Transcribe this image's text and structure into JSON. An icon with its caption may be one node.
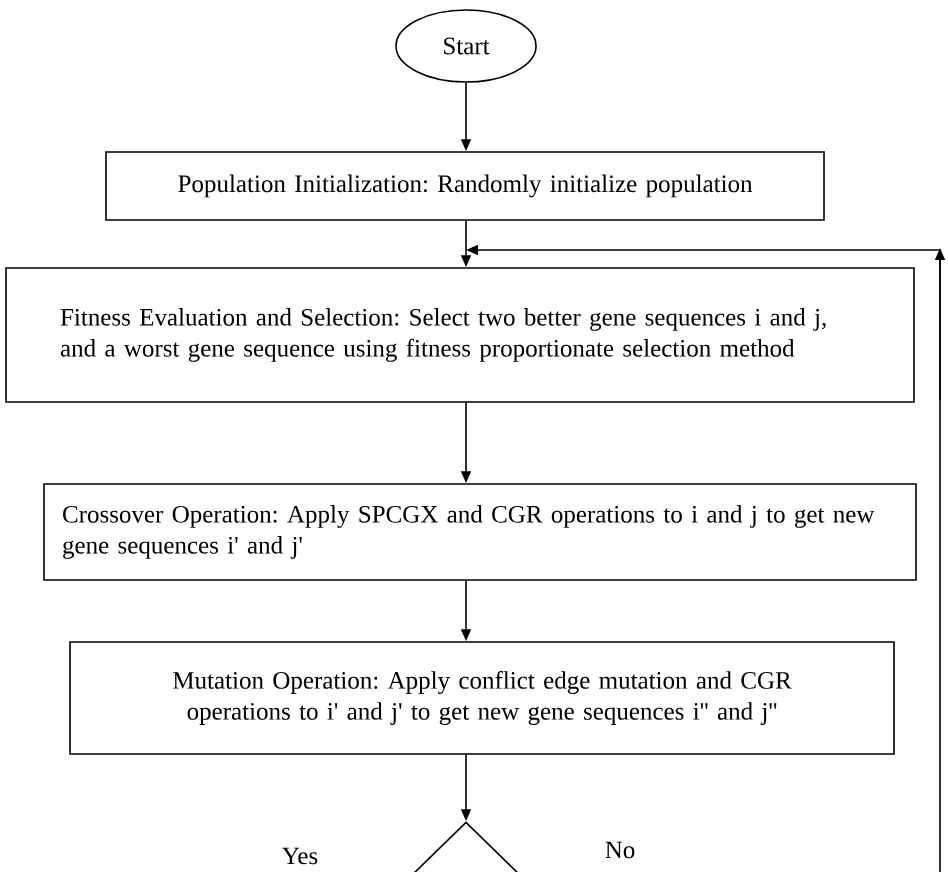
{
  "diagram": {
    "nodes": [
      {
        "text": [
          "Start"
        ]
      },
      {
        "text": [
          "Population Initialization: Randomly initialize population"
        ]
      },
      {
        "text": [
          "Fitness Evaluation and Selection: Select two better gene sequences i and j, and a worst gene sequence using fitness proportionate selection method"
        ]
      },
      {
        "text": [
          "Crossover Operation: Apply SPCGX and CGR operations to i and j to get new gene sequences i' and j'"
        ]
      },
      {
        "text": [
          "Mutation Operation: Apply conflict edge mutation and CGR operations to i' and j' to get new gene sequences i'' and j''"
        ]
      },
      {
        "text": [],
        "shape": "diamond"
      }
    ],
    "edges": [
      {
        "from": 0,
        "to": 1,
        "arrow": "to"
      },
      {
        "from": 1,
        "to": 2,
        "arrow": "to"
      },
      {
        "from": 2,
        "to": 3,
        "arrow": "to"
      },
      {
        "from": 3,
        "to": 4,
        "arrow": "to"
      },
      {
        "from": 4,
        "to": 5,
        "arrow": "to"
      },
      {
        "from": 5,
        "to": 2,
        "arrow": "to",
        "label": "No"
      }
    ],
    "labels": [
      "Yes"
    ]
  }
}
